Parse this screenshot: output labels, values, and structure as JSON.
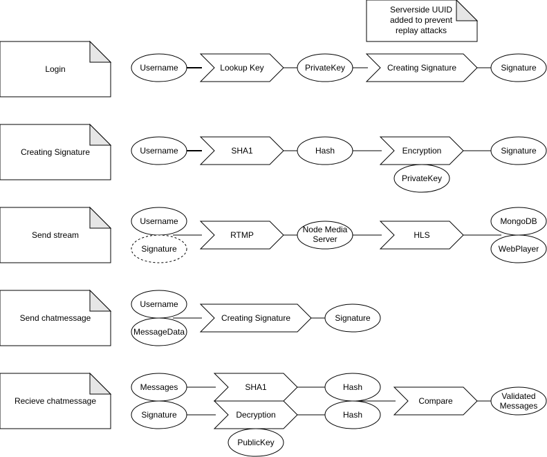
{
  "note": {
    "lines": [
      "Serverside UUID",
      "added to prevent",
      "replay attacks"
    ]
  },
  "rows": {
    "login": {
      "title": "Login",
      "username": "Username",
      "lookup": "Lookup Key",
      "private_key": "PrivateKey",
      "creating_signature": "Creating Signature",
      "signature": "Signature"
    },
    "creating_signature": {
      "title": "Creating Signature",
      "username": "Username",
      "sha1": "SHA1",
      "hash": "Hash",
      "encryption": "Encryption",
      "private_key": "PrivateKey",
      "signature": "Signature"
    },
    "send_stream": {
      "title": "Send stream",
      "username": "Username",
      "signature": "Signature",
      "rtmp": "RTMP",
      "node_media_server": [
        "Node Media",
        "Server"
      ],
      "hls": "HLS",
      "mongodb": "MongoDB",
      "webplayer": "WebPlayer"
    },
    "send_chat": {
      "title": "Send chatmessage",
      "username": "Username",
      "message_data": "MessageData",
      "creating_signature": "Creating Signature",
      "signature": "Signature"
    },
    "receive_chat": {
      "title": "Recieve chatmessage",
      "messages": "Messages",
      "signature": "Signature",
      "sha1": "SHA1",
      "decryption": "Decryption",
      "public_key": "PublicKey",
      "hash_1": "Hash",
      "hash_2": "Hash",
      "compare": "Compare",
      "validated": [
        "Validated",
        "Messages"
      ]
    }
  }
}
